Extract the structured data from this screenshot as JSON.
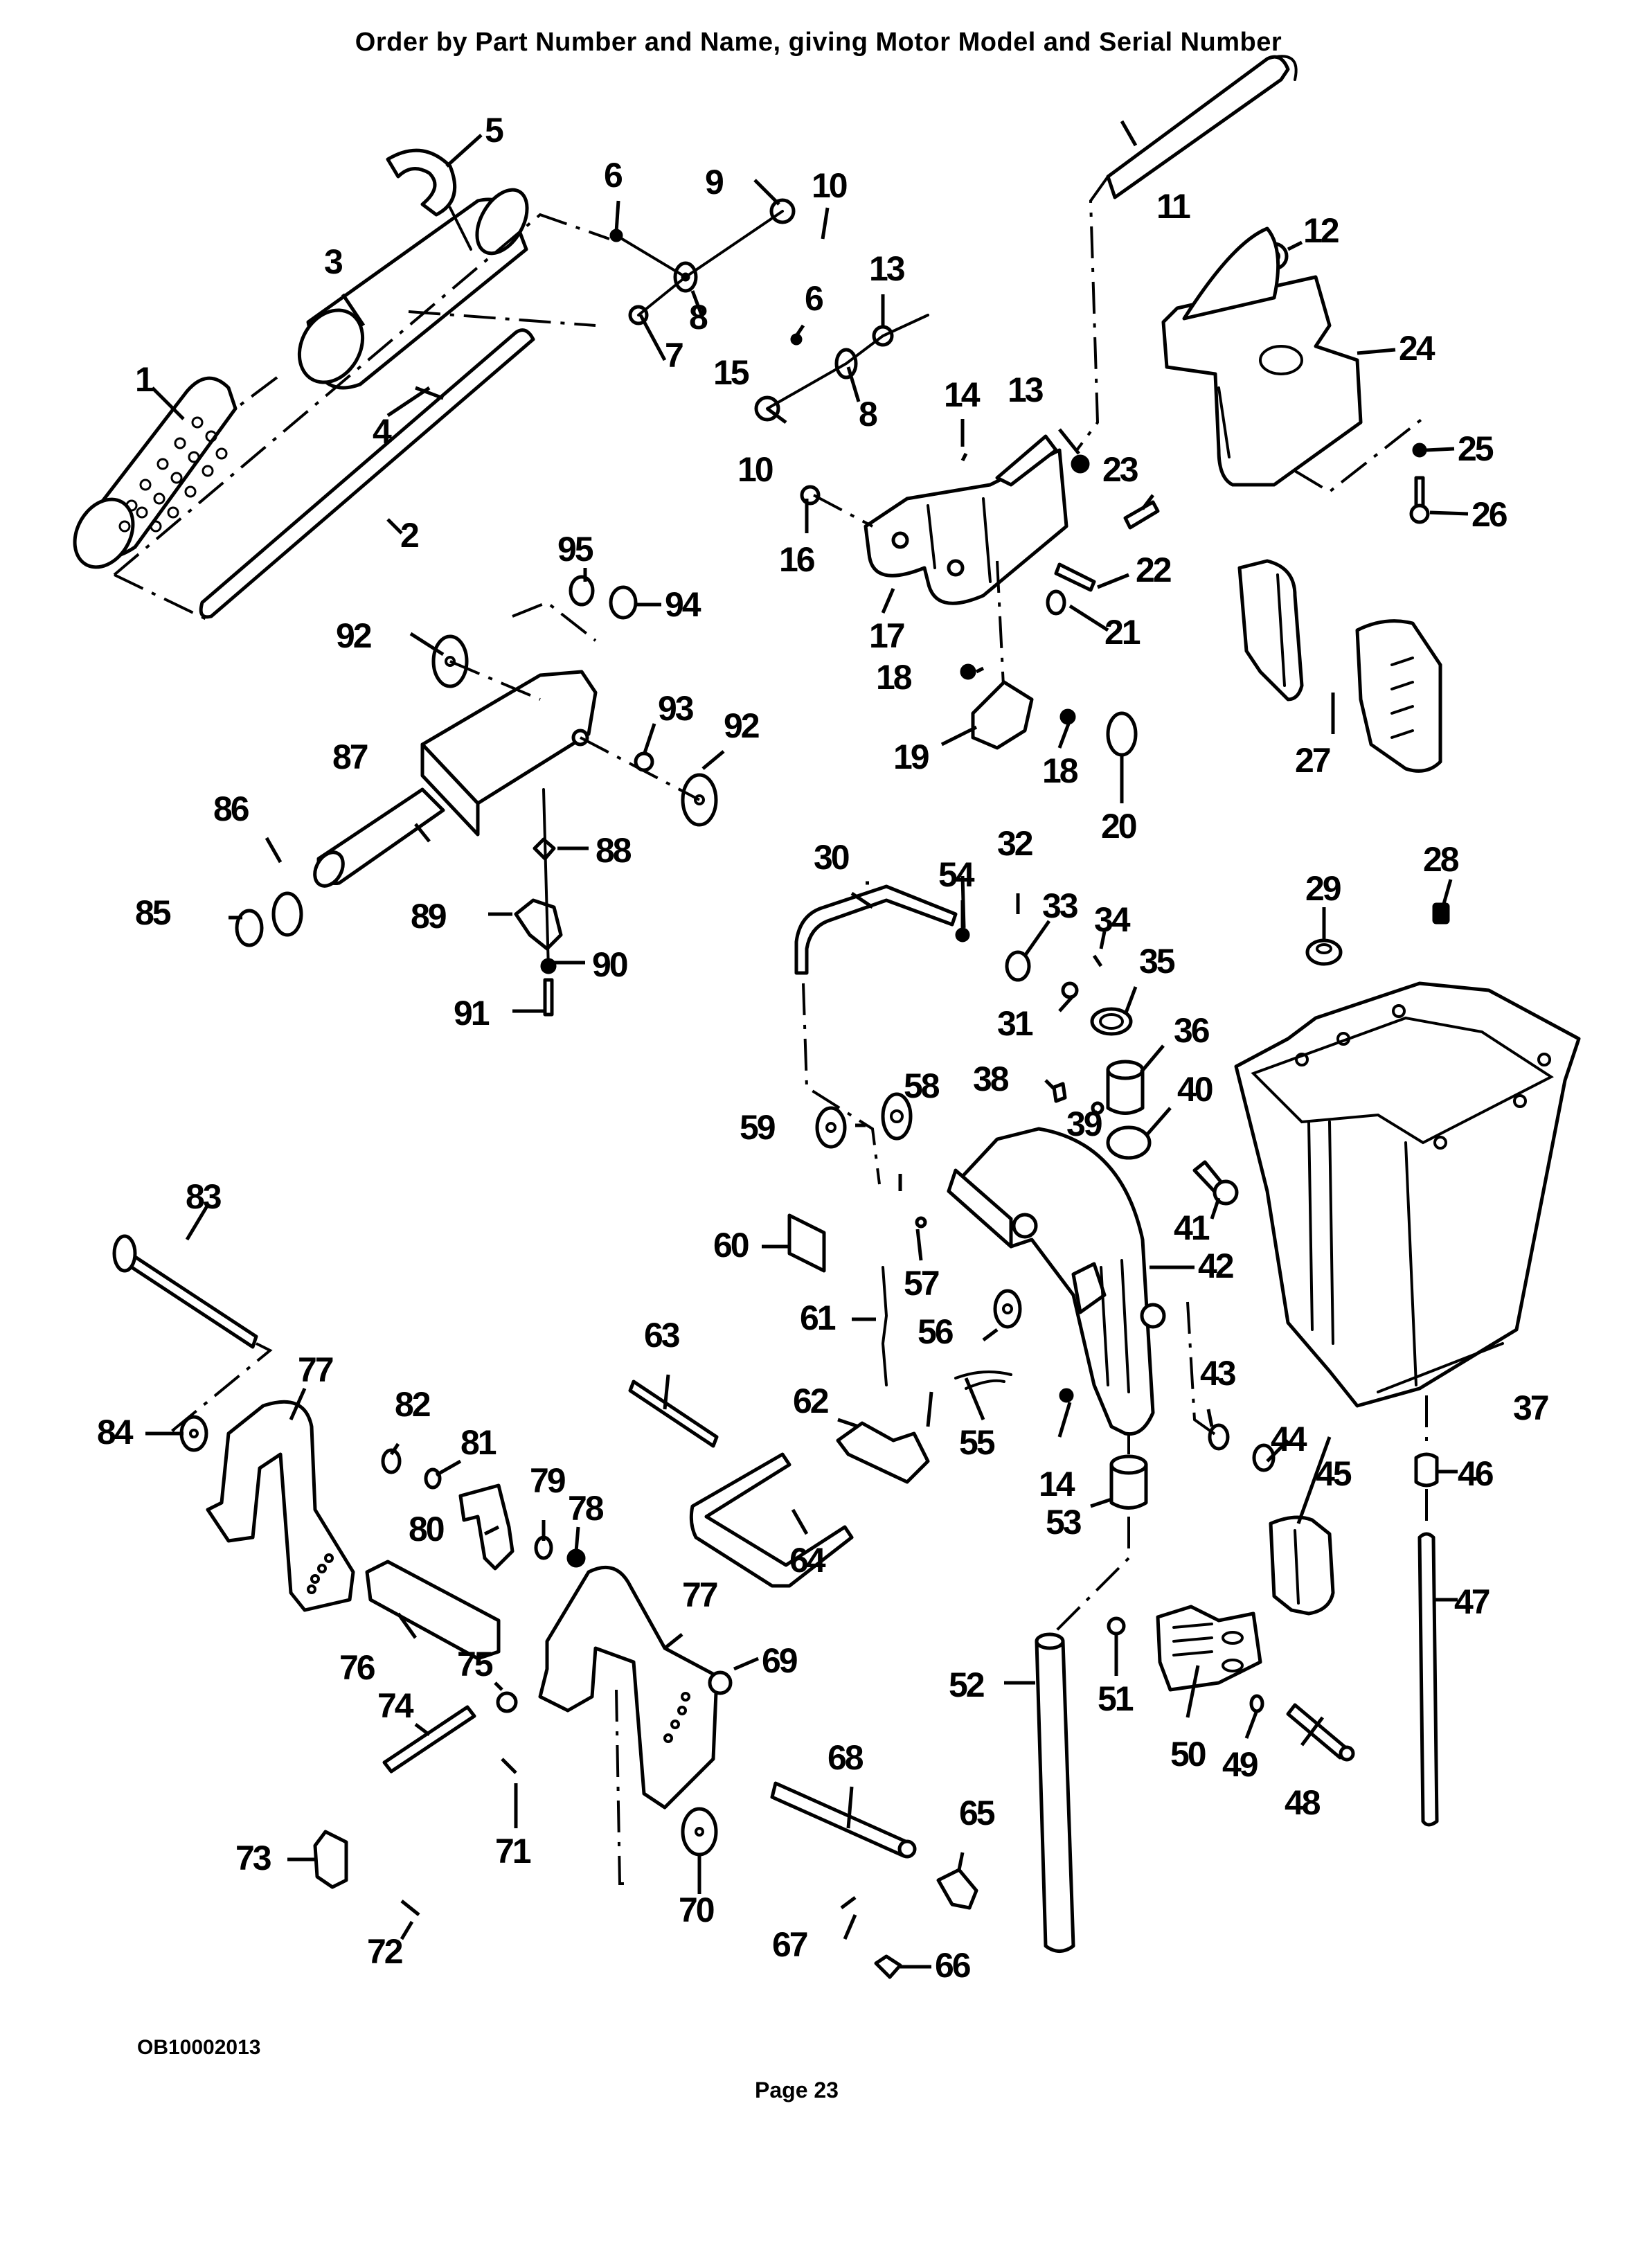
{
  "header": {
    "title": "Order by Part Number and Name, giving Motor Model and Serial Number"
  },
  "footer": {
    "drawing_code": "OB10002013",
    "page_label": "Page 23"
  },
  "diagram": {
    "type": "exploded-parts-view",
    "callouts": {
      "c1": "1",
      "c2": "2",
      "c3": "3",
      "c4": "4",
      "c5": "5",
      "c6a": "6",
      "c6b": "6",
      "c7": "7",
      "c8a": "8",
      "c8b": "8",
      "c9": "9",
      "c10a": "10",
      "c10b": "10",
      "c11": "11",
      "c12": "12",
      "c13a": "13",
      "c13b": "13",
      "c14a": "14",
      "c14b": "14",
      "c15": "15",
      "c16": "16",
      "c17": "17",
      "c18a": "18",
      "c18b": "18",
      "c19": "19",
      "c20": "20",
      "c21": "21",
      "c22": "22",
      "c23": "23",
      "c24": "24",
      "c25": "25",
      "c26": "26",
      "c27": "27",
      "c28": "28",
      "c29": "29",
      "c30": "30",
      "c31": "31",
      "c32": "32",
      "c33": "33",
      "c34": "34",
      "c35": "35",
      "c36": "36",
      "c37": "37",
      "c38": "38",
      "c39": "39",
      "c40": "40",
      "c41": "41",
      "c42": "42",
      "c43": "43",
      "c44": "44",
      "c45": "45",
      "c46": "46",
      "c47": "47",
      "c48": "48",
      "c49": "49",
      "c50": "50",
      "c51": "51",
      "c52": "52",
      "c53": "53",
      "c54": "54",
      "c55": "55",
      "c56": "56",
      "c57": "57",
      "c58": "58",
      "c59": "59",
      "c60": "60",
      "c61": "61",
      "c62": "62",
      "c63": "63",
      "c64": "64",
      "c65": "65",
      "c66": "66",
      "c67": "67",
      "c68": "68",
      "c69": "69",
      "c70": "70",
      "c71": "71",
      "c72": "72",
      "c73": "73",
      "c74": "74",
      "c75": "75",
      "c76": "76",
      "c77a": "77",
      "c77b": "77",
      "c78": "78",
      "c79": "79",
      "c80": "80",
      "c81": "81",
      "c82": "82",
      "c83": "83",
      "c84": "84",
      "c85": "85",
      "c86": "86",
      "c87": "87",
      "c88": "88",
      "c89": "89",
      "c90": "90",
      "c91": "91",
      "c92a": "92",
      "c92b": "92",
      "c93": "93",
      "c94": "94",
      "c95": "95"
    }
  }
}
